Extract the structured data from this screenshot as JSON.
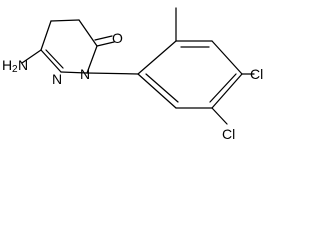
{
  "molecule": {
    "labels": {
      "oxygen": "O",
      "nitrogen_1": "N",
      "nitrogen_2": "N",
      "amine_h": "H",
      "amine_h2": "2",
      "amine_n": "N",
      "chlorine_1": "Cl",
      "chlorine_2": "Cl"
    },
    "colors": {
      "bond": "#000000",
      "text": "#000000",
      "background": "#ffffff"
    }
  }
}
